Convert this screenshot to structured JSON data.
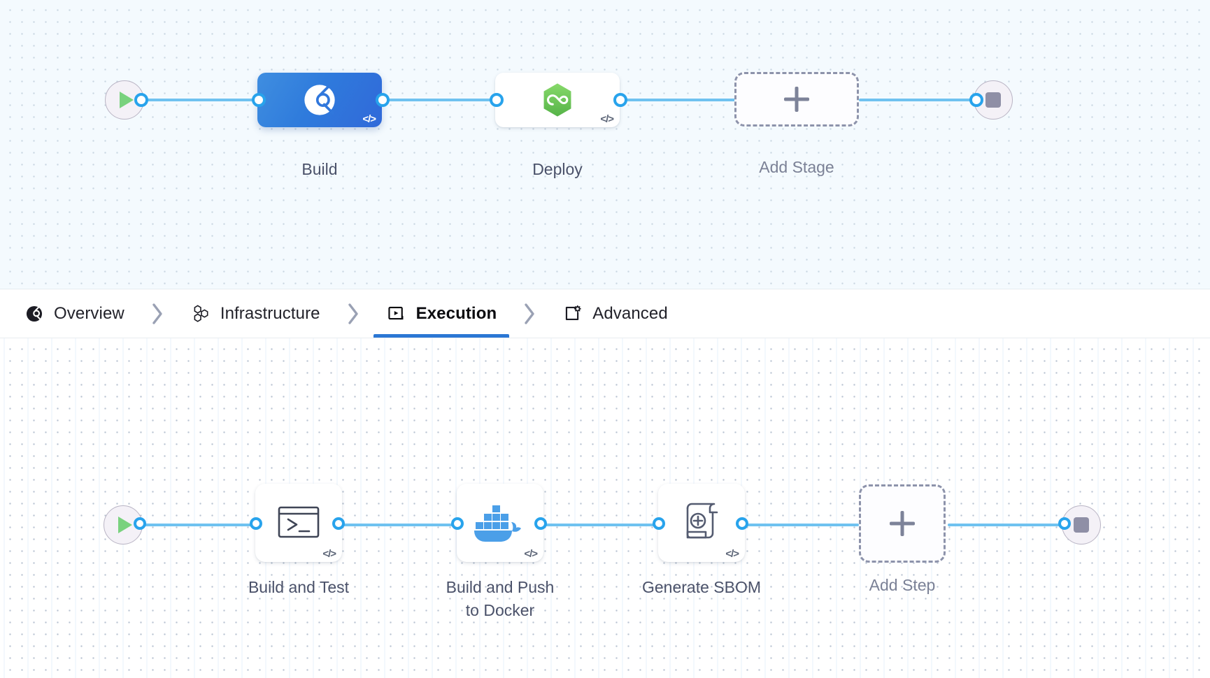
{
  "stage_canvas": {
    "name": "pipeline-stage-graph",
    "start_node": {
      "icon": "play-icon",
      "label": "Start"
    },
    "end_node": {
      "icon": "stop-icon",
      "label": "End"
    },
    "nodes": [
      {
        "id": "build",
        "label": "Build",
        "icon": "ci-build-icon",
        "badge": "</>",
        "selected": true,
        "type": "stage"
      },
      {
        "id": "deploy",
        "label": "Deploy",
        "icon": "cd-deploy-infinity-icon",
        "badge": "</>",
        "selected": false,
        "type": "stage"
      },
      {
        "id": "add-stage",
        "label": "Add Stage",
        "icon": "plus-icon",
        "type": "add"
      }
    ]
  },
  "tabs": {
    "items": [
      {
        "id": "overview",
        "label": "Overview",
        "icon": "overview-circle-icon",
        "active": false
      },
      {
        "id": "infrastructure",
        "label": "Infrastructure",
        "icon": "hexagon-cluster-icon",
        "active": false
      },
      {
        "id": "execution",
        "label": "Execution",
        "icon": "execution-play-box-icon",
        "active": true
      },
      {
        "id": "advanced",
        "label": "Advanced",
        "icon": "advanced-gear-card-icon",
        "active": false
      }
    ],
    "separator_icon": "chevron-right-icon"
  },
  "step_canvas": {
    "name": "stage-execution-step-graph",
    "start_node": {
      "icon": "play-icon",
      "label": "Start"
    },
    "end_node": {
      "icon": "stop-icon",
      "label": "End"
    },
    "nodes": [
      {
        "id": "build-and-test",
        "label": "Build and Test",
        "icon": "terminal-icon",
        "badge": "</>",
        "type": "step"
      },
      {
        "id": "build-and-push-to-docker",
        "label": "Build and Push\nto Docker",
        "icon": "docker-whale-icon",
        "badge": "</>",
        "type": "step"
      },
      {
        "id": "generate-sbom",
        "label": "Generate SBOM",
        "icon": "sbom-scroll-plus-icon",
        "badge": "</>",
        "type": "step"
      },
      {
        "id": "add-step",
        "label": "Add Step",
        "icon": "plus-icon",
        "type": "add"
      }
    ]
  },
  "colors": {
    "accent_blue": "#2b77d4",
    "edge_blue": "#6fc2f0",
    "port_blue": "#28a3ec",
    "selected_stage": "#3077dc",
    "deploy_green": "#6ec15b",
    "docker_blue": "#4b9fe8",
    "start_green": "#79d27e",
    "stop_grey": "#8f8fa6",
    "dashed_grey": "#8d93ab",
    "caption_text": "#4a5169"
  }
}
